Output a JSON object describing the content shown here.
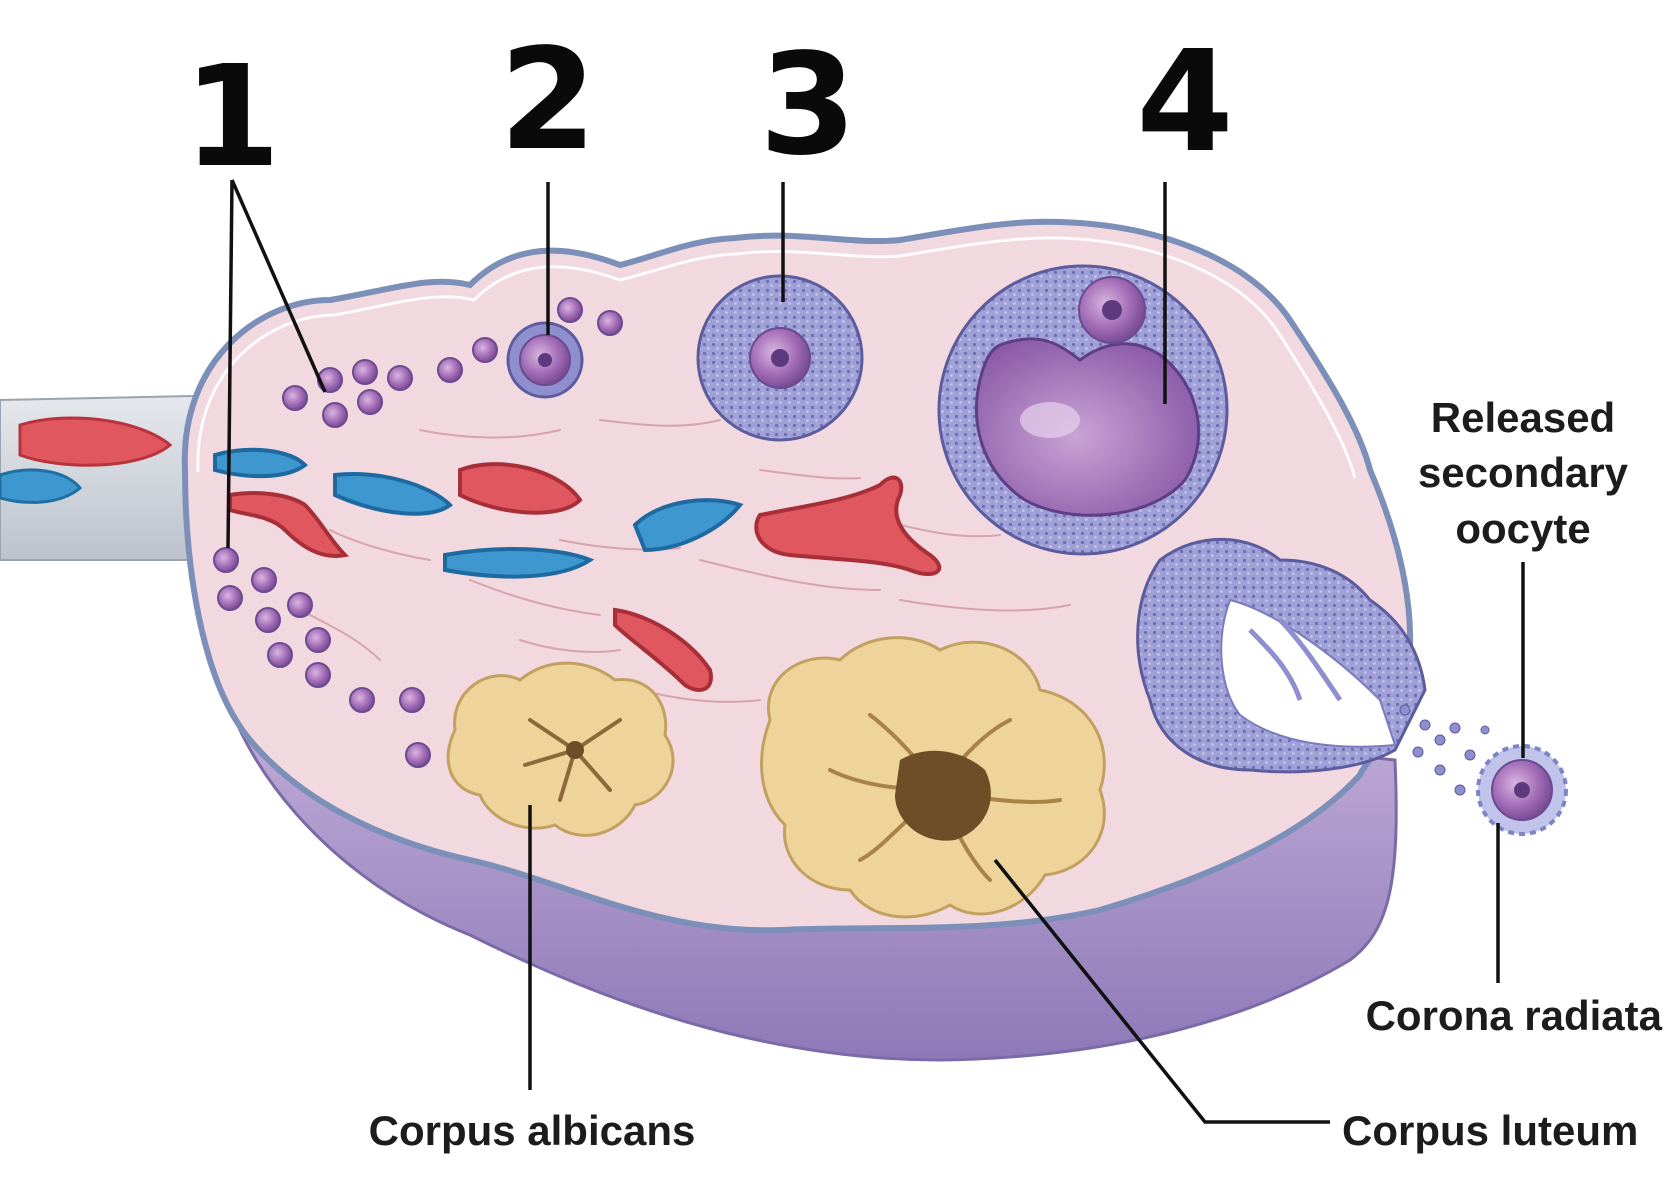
{
  "numbers": [
    "1",
    "2",
    "3",
    "4"
  ],
  "labels": {
    "released_secondary_oocyte": [
      "Released",
      "secondary",
      "oocyte"
    ],
    "corona_radiata": "Corona radiata",
    "corpus_albicans": "Corpus albicans",
    "corpus_luteum": "Corpus luteum"
  },
  "colors": {
    "stroma": "#f1d9df",
    "capsule": "#9d8fc2",
    "follicle_granulosa": "#8f8fcf",
    "oocyte": "#a56fb8",
    "antrum": "#9a6cb4",
    "artery": "#e0575f",
    "vein": "#3f97cf",
    "corpus": "#e8c981"
  }
}
